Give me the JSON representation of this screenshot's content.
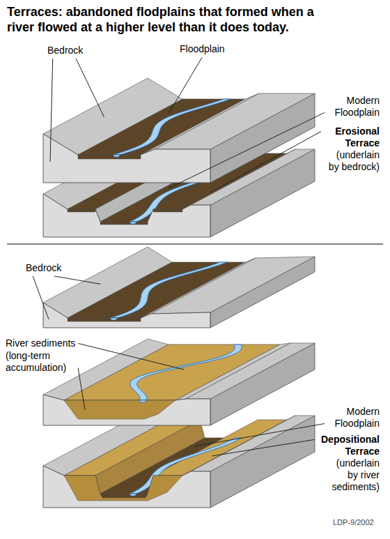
{
  "diagram": {
    "title": "Terraces: abandoned flodplains that formed when a river flowed at a higher level than it does today.",
    "labels": [
      "Bedrock",
      "Floodplain",
      "Modern Floodplain",
      "Erosional Terrace",
      "(underlain by bedrock)",
      "Bedrock",
      "River sediments",
      "(long-term accumulation)",
      "Modern Floodplain",
      "Depositional Terrace",
      "(underlain by river sediments)",
      "LDP-9/2002"
    ]
  }
}
